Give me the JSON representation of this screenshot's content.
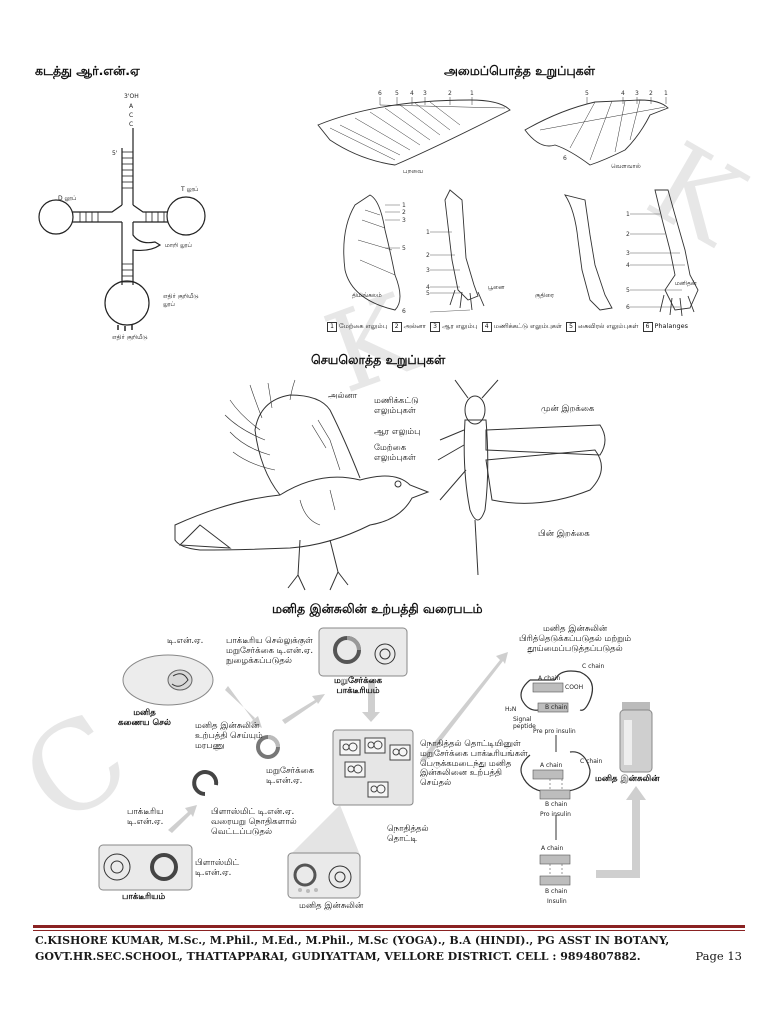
{
  "headings": {
    "trna": "கடத்து ஆர்.என்.ஏ",
    "homologous": "அமைப்பொத்த உறுப்புகள்",
    "analogous": "செயலொத்த உறுப்புகள்",
    "insulin": "மனித இன்சுலின் உற்பத்தி வரைபடம்"
  },
  "trna_labels": {
    "oh": "3'OH",
    "a": "A",
    "c1": "C",
    "c2": "C",
    "five": "5'",
    "d_loop": "D லூப்",
    "t_loop": "T லூப்",
    "extra_loop": "மாறி லூப்",
    "anticodon_loop": "எதிர் குறியீடு லூப்",
    "anticodon": "எதிர் குறியீடு"
  },
  "homologous_labels": {
    "bird": "பறவை",
    "bat": "வெளவால்",
    "whale": "திமிங்கலம்",
    "cat": "பூனை",
    "horse": "குதிரை",
    "human": "மனிதன்"
  },
  "bone_legend": [
    {
      "n": "1",
      "t": "மேற்கை எலும்பு"
    },
    {
      "n": "2",
      "t": "அல்னா"
    },
    {
      "n": "3",
      "t": "ஆர எலும்பு"
    },
    {
      "n": "4",
      "t": "மணிக்கட்டு எலும்புகள்"
    },
    {
      "n": "5",
      "t": "கைவிரல் எலும்புகள்"
    },
    {
      "n": "6",
      "t": "Phalanges"
    }
  ],
  "analogous_labels": {
    "ulna": "அல்னா",
    "carpals": "மணிக்கட்டு\nஎலும்புகள்",
    "radius": "ஆர எலும்பு",
    "humerus": "மேற்கை\nஎலும்புகள்",
    "forewing": "முன் இறக்கை",
    "hindwing": "பின் இறக்கை"
  },
  "insulin_labels": {
    "dna": "டி.என்.ஏ.",
    "human_cell": "மனித\nகணைய செல்",
    "bacteria_takes": "பாக்டீரிய செல்லுக்குள்\nமறுசேர்க்கை டி.என்.ஏ.\nநுழைக்கப்படுதல்",
    "recomb_bacteria": "மறுசேர்க்கை\nபாக்டீரியம்",
    "insulin_gene": "மனித இன்சுலின்\nஉற்பத்தி செய்யும்\nமரபணு",
    "recomb_dna": "மறுசேர்க்கை\nடி.என்.ஏ.",
    "bacterial_dna": "பாக்டீரிய\nடி.என்.ஏ.",
    "plasmid_cut": "பிளாஸ்மிட் டி.என்.ஏ.\nவரையறு நொதிகளால்\nவெட்டப்படுதல்",
    "plasmid_dna": "பிளாஸ்மிட்\nடி.என்.ஏ.",
    "bacterium": "பாக்டீரியம்",
    "fermentation": "நொதித்தல் தொட்டியினுள்\nமறுசேர்க்கை பாக்டீரியங்கள்\nபெருக்கமடைந்து மனித\nஇன்சுலினை உற்பத்தி\nசெய்தல்",
    "fermenter": "நொதித்தல்\nதொட்டி",
    "human_insulin_bottom": "மனித இன்சுலின்",
    "separation": "மனித இன்சுலின்\nபிரித்தெடுக்கப்படுதல் மற்றும்\nதூய்மைப்படுத்தப்படுதல்",
    "human_insulin_vial": "மனித இன்சுலின்",
    "c_chain1": "C chain",
    "a_chain1": "A chain",
    "cooh1": "COOH",
    "h2n1": "H₂N",
    "b_chain1": "B chain",
    "signal": "Signal\npeptide",
    "pre_pro": "Pre pro insulin",
    "c_chain2": "C chain",
    "a_chain2": "A chain",
    "b_chain2": "B chain",
    "pro": "Pro insulin",
    "a_chain3": "A chain",
    "b_chain3": "B chain",
    "insulin": "Insulin"
  },
  "footer": {
    "line1": "C.KISHORE  KUMAR, M.Sc., M.Phil., M.Ed., M.Phil., M.Sc (YOGA)., B.A (HINDI).,  PG ASST IN BOTANY,",
    "line2": "GOVT.HR.SEC.SCHOOL, THATTAPPARAI, GUDIYATTAM, VELLORE DISTRICT. CELL : 9894807882.",
    "page": "Page 13"
  }
}
